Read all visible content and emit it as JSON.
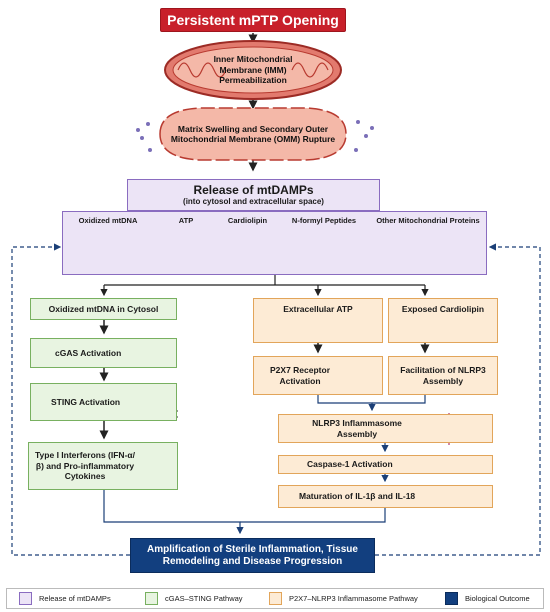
{
  "title": "Persistent mPTP Opening",
  "imm_step": "Inner Mitochondrial Membrane (IMM) Permeabilization",
  "omm_step": "Matrix Swelling and Secondary Outer Mitochondrial Membrane (OMM) Rupture",
  "release": {
    "title": "Release of mtDAMPs",
    "subtitle": "(into cytosol and extracellular space)",
    "items": [
      "Oxidized mtDNA",
      "ATP",
      "Cardiolipin",
      "N-formyl Peptides",
      "Other Mitochondrial Proteins"
    ]
  },
  "cgas_pathway": {
    "step1": "Oxidized mtDNA in Cytosol",
    "step2": "cGAS Activation",
    "step3": "STING Activation",
    "step4": "Type I Interferons (IFN-α/β) and Pro-inflammatory Cytokines"
  },
  "p2x7_pathway": {
    "extracellular_atp": "Extracellular ATP",
    "exposed_cardiolipin": "Exposed Cardiolipin",
    "p2x7": "P2X7 Receptor Activation",
    "facilitation": "Facilitation of NLRP3 Assembly",
    "nlrp3": "NLRP3 Inflammasome Assembly",
    "caspase": "Caspase-1 Activation",
    "maturation": "Maturation of IL-1β and IL-18"
  },
  "outcome": "Amplification of Sterile Inflammation, Tissue Remodeling and Disease Progression",
  "legend": {
    "items": [
      {
        "label": "Release of mtDAMPs",
        "color": "#ece4f6",
        "border": "#8a6cc0"
      },
      {
        "label": "cGAS–STING Pathway",
        "color": "#e8f4e1",
        "border": "#78b060"
      },
      {
        "label": "P2X7–NLRP3 Inflammasome Pathway",
        "color": "#fdebd5",
        "border": "#e2a55a"
      },
      {
        "label": "Biological Outcome",
        "color": "#123f7f",
        "border": "#0b2c5c"
      }
    ]
  },
  "colors": {
    "title_red": "#c8202a",
    "purple": "#8a6cc0",
    "green": "#78b060",
    "orange": "#e2a55a",
    "navy": "#123f7f"
  }
}
